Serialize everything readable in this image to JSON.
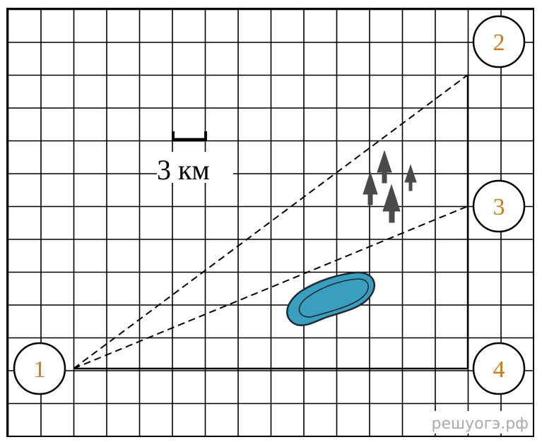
{
  "scale": {
    "label": "3 км"
  },
  "villages": [
    {
      "number": "1"
    },
    {
      "number": "2"
    },
    {
      "number": "3"
    },
    {
      "number": "4"
    }
  ],
  "watermark": "решуогэ.рф",
  "colors": {
    "grid": "#000000",
    "lake_fill": "#3a9fbf",
    "lake_stroke": "#1f2a35",
    "trees": "#4a4a4a",
    "village_numbers": "#c77c1e",
    "watermark": "#aaaaaa"
  }
}
